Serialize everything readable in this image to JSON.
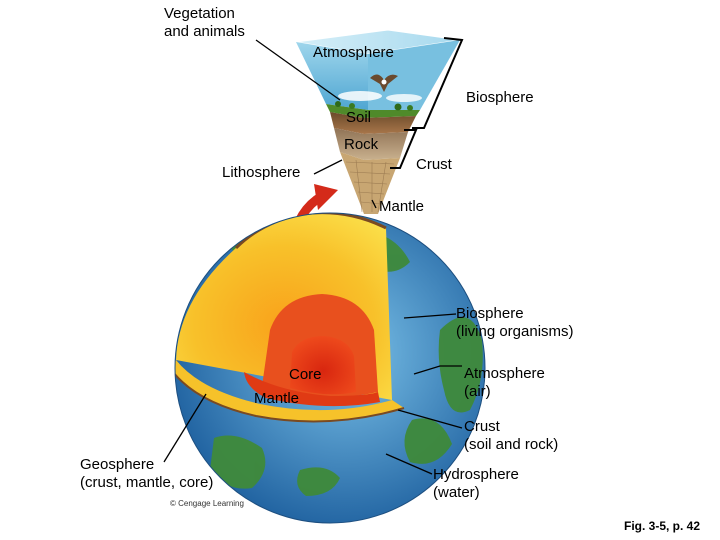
{
  "colors": {
    "sky": "#5fb4d8",
    "sky_light": "#b9e3f2",
    "grass": "#4f8a2a",
    "soil_band": "#b07a4a",
    "rock_band": "#9a8064",
    "mantle_yellow": "#f7d12a",
    "mantle_orange": "#f0a21c",
    "core_red": "#e03a14",
    "ocean": "#2f7fc0",
    "land": "#3f8a3a",
    "arrow_red": "#d42a1a"
  },
  "labels": {
    "vegetation": [
      "Vegetation",
      "and animals"
    ],
    "atmosphere_top": "Atmosphere",
    "biosphere_top": "Biosphere",
    "soil": "Soil",
    "rock": "Rock",
    "crust_top": "Crust",
    "lithosphere": "Lithosphere",
    "mantle_top": "Mantle",
    "biosphere_right": [
      "Biosphere",
      "(living organisms)"
    ],
    "core": "Core",
    "mantle_inner": "Mantle",
    "atmosphere_right": [
      "Atmosphere",
      "(air)"
    ],
    "crust_right": [
      "Crust",
      "(soil and rock)"
    ],
    "geosphere": [
      "Geosphere",
      "(crust, mantle, core)"
    ],
    "hydrosphere": [
      "Hydrosphere",
      "(water)"
    ],
    "copyright": "© Cengage Learning",
    "figure_ref": "Fig. 3-5, p. 42"
  }
}
